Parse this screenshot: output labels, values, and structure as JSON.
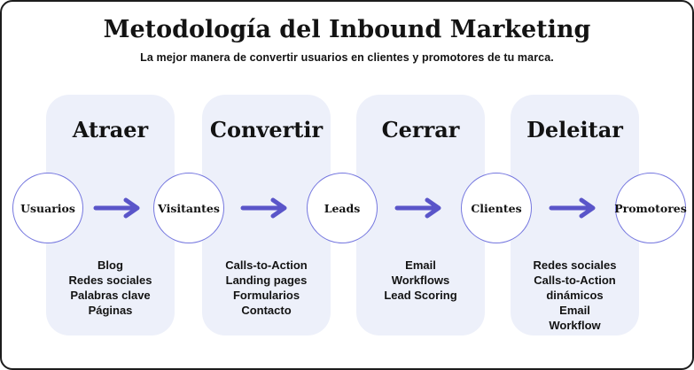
{
  "header": {
    "title": "Metodología del Inbound Marketing",
    "subtitle": "La mejor manera de convertir usuarios en clientes y promotores de tu marca."
  },
  "stages": [
    {
      "title": "Atraer",
      "lines": [
        "Blog",
        "Redes sociales",
        "Palabras clave",
        "Páginas"
      ]
    },
    {
      "title": "Convertir",
      "lines": [
        "Calls-to-Action",
        "Landing pages",
        "Formularios",
        "Contacto"
      ]
    },
    {
      "title": "Cerrar",
      "lines": [
        "Email",
        "Workflows",
        "Lead Scoring"
      ]
    },
    {
      "title": "Deleitar",
      "lines": [
        "Redes sociales",
        "Calls-to-Action",
        "dinámicos",
        "Email",
        "Workflow"
      ]
    }
  ],
  "nodes": [
    {
      "label": "Usuarios"
    },
    {
      "label": "Visitantes"
    },
    {
      "label": "Leads"
    },
    {
      "label": "Clientes"
    },
    {
      "label": "Promotores"
    }
  ],
  "colors": {
    "panel_bg": "#edf0fa",
    "circle_border": "#7577df",
    "circle_fill": "#ffffff",
    "arrow": "#5a55c9",
    "text": "#131313",
    "outline": "#1c1c1c"
  }
}
